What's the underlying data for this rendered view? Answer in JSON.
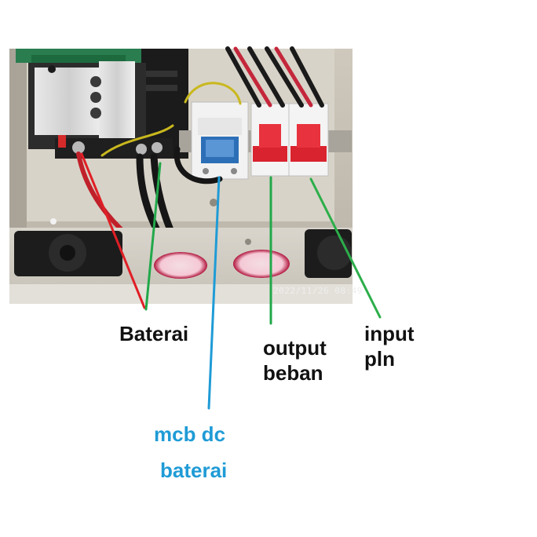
{
  "photo": {
    "timestamp": "2022/11/26 08:49"
  },
  "labels": {
    "baterai": {
      "text": "Baterai",
      "color": "#111111"
    },
    "output": {
      "line1": "output",
      "line2": "beban",
      "color": "#111111"
    },
    "input": {
      "line1": "input",
      "line2": "pln",
      "color": "#111111"
    },
    "mcb": {
      "line1": "mcb dc",
      "line2": "baterai",
      "color": "#1f9bd6"
    }
  },
  "colors": {
    "callout_red": "#e01f26",
    "callout_green": "#22a84a",
    "callout_blue": "#1f9bd6",
    "callout_green_input": "#2cae4a"
  }
}
